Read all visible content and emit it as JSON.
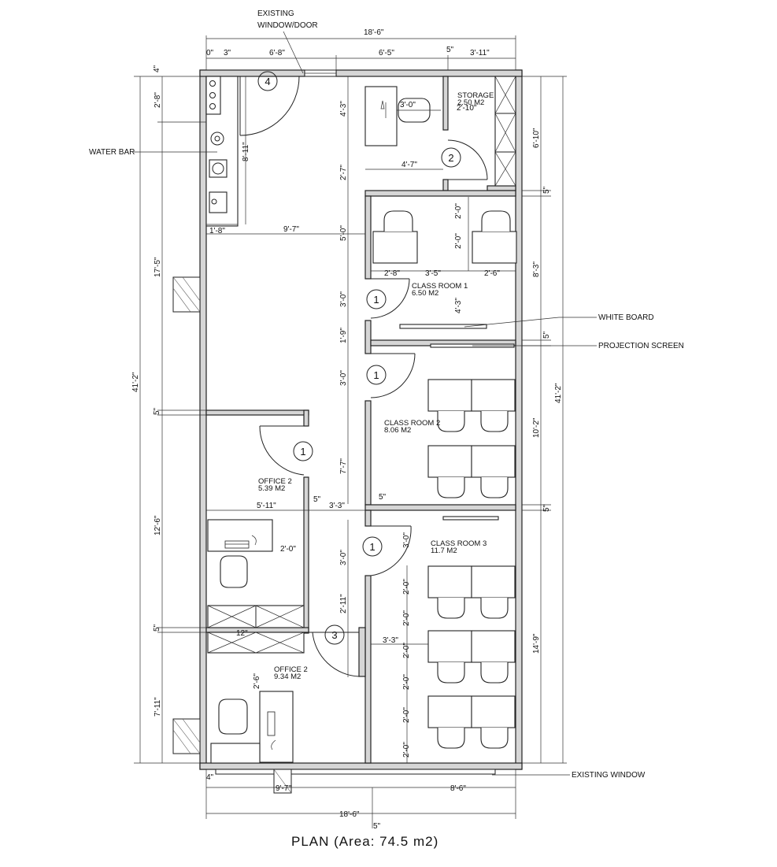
{
  "notes": {
    "existing_window_door": [
      "EXISTING",
      "WINDOW/DOOR"
    ],
    "water_bar": "WATER BAR",
    "white_board": "WHITE BOARD",
    "projection_screen": "PROJECTION SCREEN",
    "existing_window": "EXISTING WINDOW"
  },
  "rooms": {
    "storage": {
      "name": "STORAGE",
      "area": "2.50 M2"
    },
    "class1": {
      "name": "CLASS ROOM 1",
      "area": "6.50 M2"
    },
    "class2": {
      "name": "CLASS ROOM 2",
      "area": "8.06 M2"
    },
    "class3": {
      "name": "CLASS ROOM 3",
      "area": "11.7 M2"
    },
    "office_a": {
      "name": "OFFICE 2",
      "area": "5.39 M2"
    },
    "office_b": {
      "name": "OFFICE 2",
      "area": "9.34 M2"
    }
  },
  "doors": [
    "4",
    "2",
    "1",
    "1",
    "1",
    "1",
    "3"
  ],
  "dims": {
    "top_total": "18'-6\"",
    "top_a": "0\"",
    "top_b": "3\"",
    "top_c": "6'-8\"",
    "top_d": "6'-5\"",
    "top_e": "5\"",
    "top_f": "3'-11\"",
    "left_4": "4\"",
    "left_2_8": "2'-8\"",
    "left_17_5": "17'-5\"",
    "left_41_2": "41'-2\"",
    "left_5a": "5\"",
    "left_12_6": "12'-6\"",
    "left_5b": "5\"",
    "left_7_11": "7'-11\"",
    "right_6_10": "6'-10\"",
    "right_5a": "5\"",
    "right_8_3": "8'-3\"",
    "right_5b": "5\"",
    "right_41_2": "41'-2\"",
    "right_10_2": "10'-2\"",
    "right_5c": "5\"",
    "right_14_9": "14'-9\"",
    "bot_total": "18'-6\"",
    "bot_9_7": "9'-7\"",
    "bot_8_6": "8'-6\"",
    "bot_5": "5\"",
    "bot_4": "4\"",
    "i_4_3": "4'-3\"",
    "i_3_0_desk": "3'-0\"",
    "i_2_10": "2'-10\"",
    "i_8_11": "8'-11\"",
    "i_2_7": "2'-7\"",
    "i_4_7": "4'-7\"",
    "i_1_8": "1'-8\"",
    "i_9_7": "9'-7\"",
    "i_5_0": "5'-0\"",
    "i_2_0a": "2'-0\"",
    "i_2_0b": "2'-0\"",
    "i_2_8": "2'-8\"",
    "i_3_5": "3'-5\"",
    "i_2_6": "2'-6\"",
    "i_4_3b": "4'-3\"",
    "i_3_0a": "3'-0\"",
    "i_1_9": "1'-9\"",
    "i_3_0b": "3'-0\"",
    "i_7_7": "7'-7\"",
    "i_5_11": "5'-11\"",
    "i_5a": "5\"",
    "i_3_3": "3'-3\"",
    "i_5b": "5\"",
    "i_2_0c": "2'-0\"",
    "i_3_0c": "3'-0\"",
    "i_3_0d": "3'-0\"",
    "i_2_11": "2'-11\"",
    "i_12": "12\"",
    "i_3_3b": "3'-3\"",
    "i_2_6b": "2'-6\"",
    "i_c3a": "2'-0\"",
    "i_c3b": "2'-0\"",
    "i_c3c": "2'-0\"",
    "i_c3d": "2'-0\"",
    "i_c3e": "2'-0\"",
    "i_c3f": "2'-0\""
  },
  "caption": "PLAN (Area: 74.5 m2)"
}
